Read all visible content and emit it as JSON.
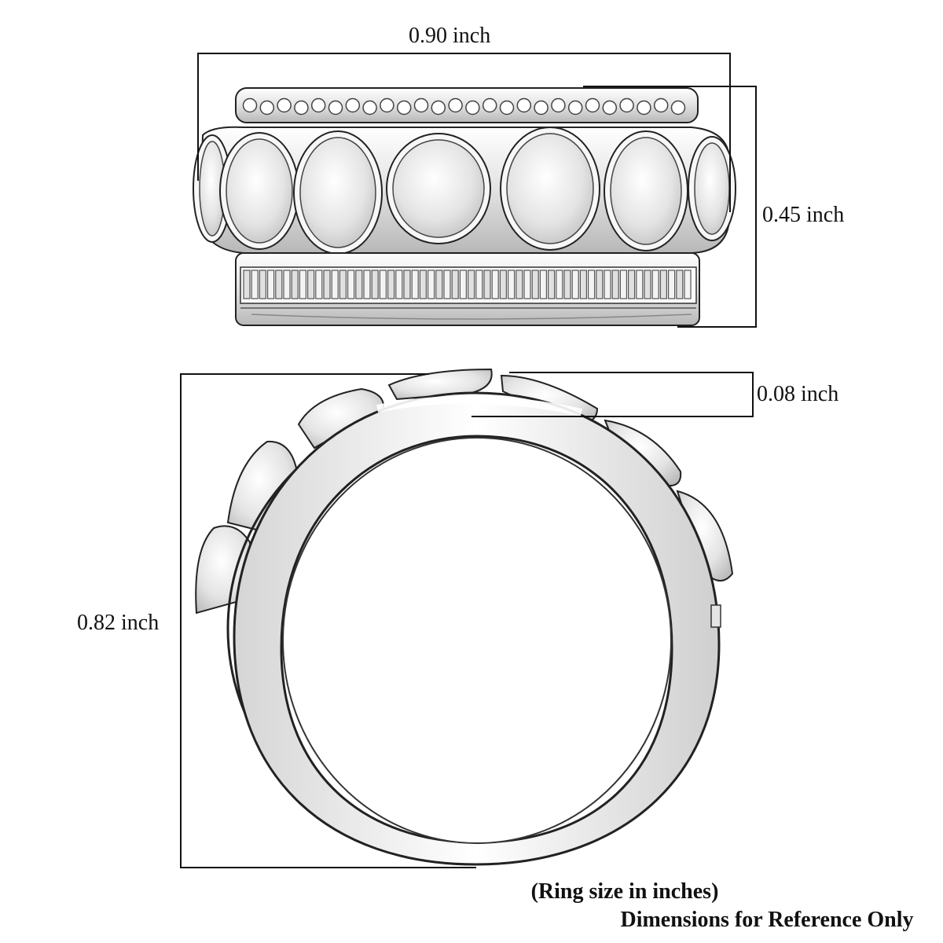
{
  "dimensions": {
    "width_label": "0.90 inch",
    "height_label": "0.45 inch",
    "band_label": "0.08 inch",
    "diameter_label": "0.82 inch"
  },
  "footer": {
    "line1": "(Ring size in inches)",
    "line2": "Dimensions for Reference Only"
  },
  "colors": {
    "metal": "#f2f2f2",
    "metal_shadow": "#9a9a9a",
    "outline": "#222222",
    "stone": "#e6e6e6",
    "background": "#ffffff"
  }
}
